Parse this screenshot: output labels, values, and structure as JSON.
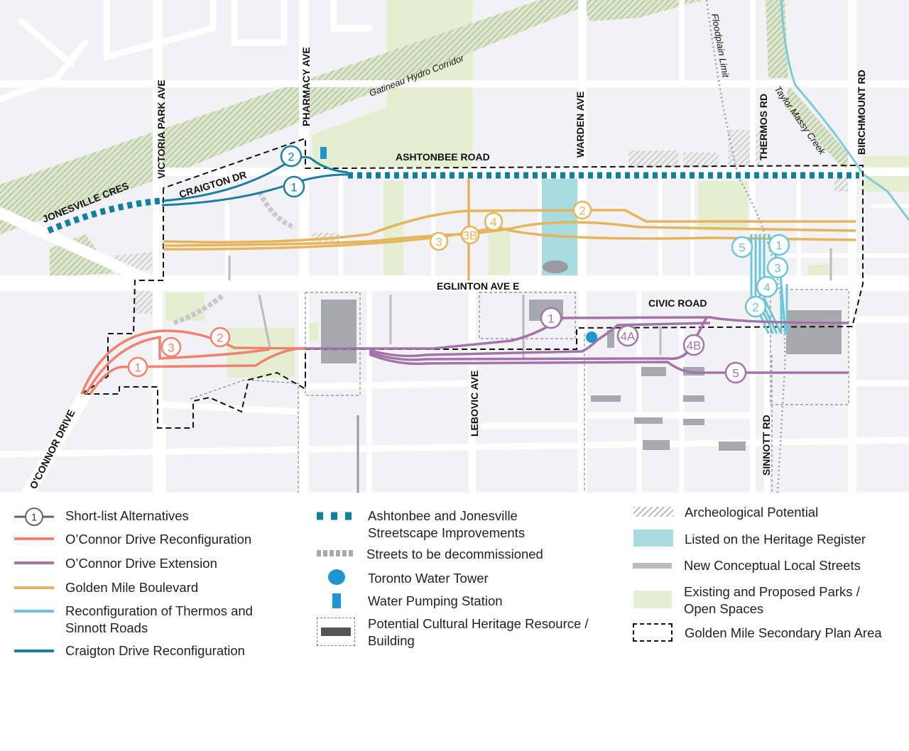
{
  "colors": {
    "background": "#f2f2f4",
    "road": "#ffffff",
    "oconnor_reconfig": "#f0826f",
    "oconnor_extension": "#a374ab",
    "golden_mile_blvd": "#e6b45c",
    "thermos_sinnott": "#6cc5d8",
    "craigton": "#1b80a0",
    "streetscape": "#12809c",
    "park": "#e3efcf",
    "heritage_register": "#a9dcdf",
    "water_tower": "#1e95cf",
    "building": "#a8a9ad"
  },
  "map": {
    "street_labels": {
      "victoria_park": "VICTORIA PARK AVE",
      "pharmacy": "PHARMACY AVE",
      "warden": "WARDEN AVE",
      "thermos": "THERMOS RD",
      "birchmount": "BIRCHMOUNT RD",
      "ashtonbee": "ASHTONBEE ROAD",
      "jonesville": "JONESVILLE CRES",
      "craigton": "CRAIGTON DR",
      "eglinton": "EGLINTON AVE E",
      "civic": "CIVIC ROAD",
      "lebovic": "LEBOVIC AVE",
      "sinnott": "SINNOTT RD",
      "oconnor": "O'CONNOR DRIVE"
    },
    "feature_labels": {
      "hydro": "Gatineau Hydro Corridor",
      "floodplain": "Floodplain Limit",
      "creek": "Taylor Massy Creek"
    },
    "markers": {
      "craigton": [
        "2",
        "1"
      ],
      "golden_mile": [
        "2",
        "4",
        "3",
        "3B"
      ],
      "thermos": [
        "5",
        "1",
        "3",
        "4",
        "2"
      ],
      "oconnor_reconfig": [
        "3",
        "2",
        "1"
      ],
      "oconnor_ext": [
        "1",
        "4A",
        "4B",
        "5"
      ]
    }
  },
  "legend": {
    "col1": [
      {
        "icon": "short-list-marker",
        "marker": "1",
        "label": "Short-list Alternatives"
      },
      {
        "icon": "line",
        "color": "#f0826f",
        "label": "O’Connor Drive Reconfiguration"
      },
      {
        "icon": "line",
        "color": "#a374ab",
        "label": "O’Connor Drive Extension"
      },
      {
        "icon": "line",
        "color": "#e6b45c",
        "label": "Golden Mile Boulevard"
      },
      {
        "icon": "line",
        "color": "#6cc5d8",
        "label": "Reconfiguration of Thermos and\nSinnott Roads"
      },
      {
        "icon": "line",
        "color": "#1b80a0",
        "label": "Craigton Drive Reconfiguration"
      }
    ],
    "col2": [
      {
        "icon": "teal-dashes",
        "label": "Ashtonbee and Jonesville\nStreetscape Improvements"
      },
      {
        "icon": "grey-dashes",
        "label": "Streets to be decommissioned"
      },
      {
        "icon": "blue-dot",
        "label": "Toronto Water Tower"
      },
      {
        "icon": "blue-rect",
        "label": "Water Pumping Station"
      },
      {
        "icon": "dashed-box-building",
        "label": "Potential Cultural Heritage Resource /\nBuilding"
      }
    ],
    "col3": [
      {
        "icon": "hatch",
        "label": "Archeological Potential"
      },
      {
        "icon": "teal-fill",
        "label": "Listed on the Heritage Register"
      },
      {
        "icon": "grey-line",
        "label": "New Conceptual Local Streets"
      },
      {
        "icon": "green-fill",
        "label": "Existing and Proposed Parks /\nOpen Spaces"
      },
      {
        "icon": "black-dashed-box",
        "label": "Golden Mile Secondary Plan Area"
      }
    ]
  }
}
